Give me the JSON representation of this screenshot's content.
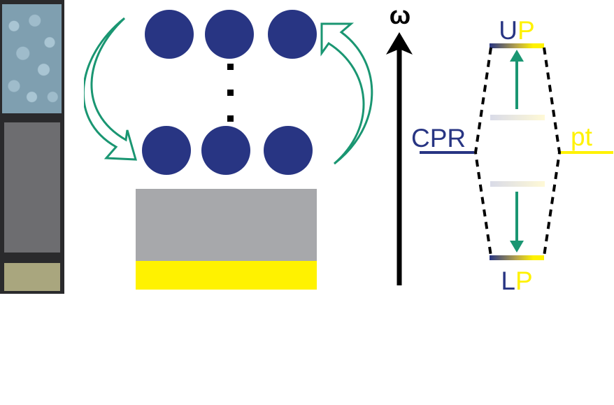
{
  "figure": {
    "sem_panel": {
      "layers": [
        "nanoparticle-layer",
        "dielectric-spacer",
        "metal-substrate"
      ],
      "colors": {
        "nanoparticles": "#7f9fb0",
        "spacer": "#6d6d70",
        "substrate": "#a9a67e",
        "frame": "#2a2a2c"
      }
    },
    "schematic": {
      "particle_rows": 2,
      "particles_per_row": 3,
      "ellipsis_dots": 3,
      "colors": {
        "particle": "#283583",
        "arrow": "#1a9672",
        "spacer_block": "#a7a8ab",
        "metal_block": "#fff200",
        "dots": "#000000"
      }
    },
    "energy_diagram": {
      "axis_label": "ω",
      "left_level_label": "CPR",
      "right_level_label": "pt",
      "upper_polariton": {
        "label_part1": "U",
        "label_part2": "P"
      },
      "lower_polariton": {
        "label_part1": "L",
        "label_part2": "P"
      },
      "colors": {
        "blue": "#283583",
        "yellow": "#fff200",
        "arrow": "#1a9672",
        "axis": "#000000"
      }
    }
  }
}
